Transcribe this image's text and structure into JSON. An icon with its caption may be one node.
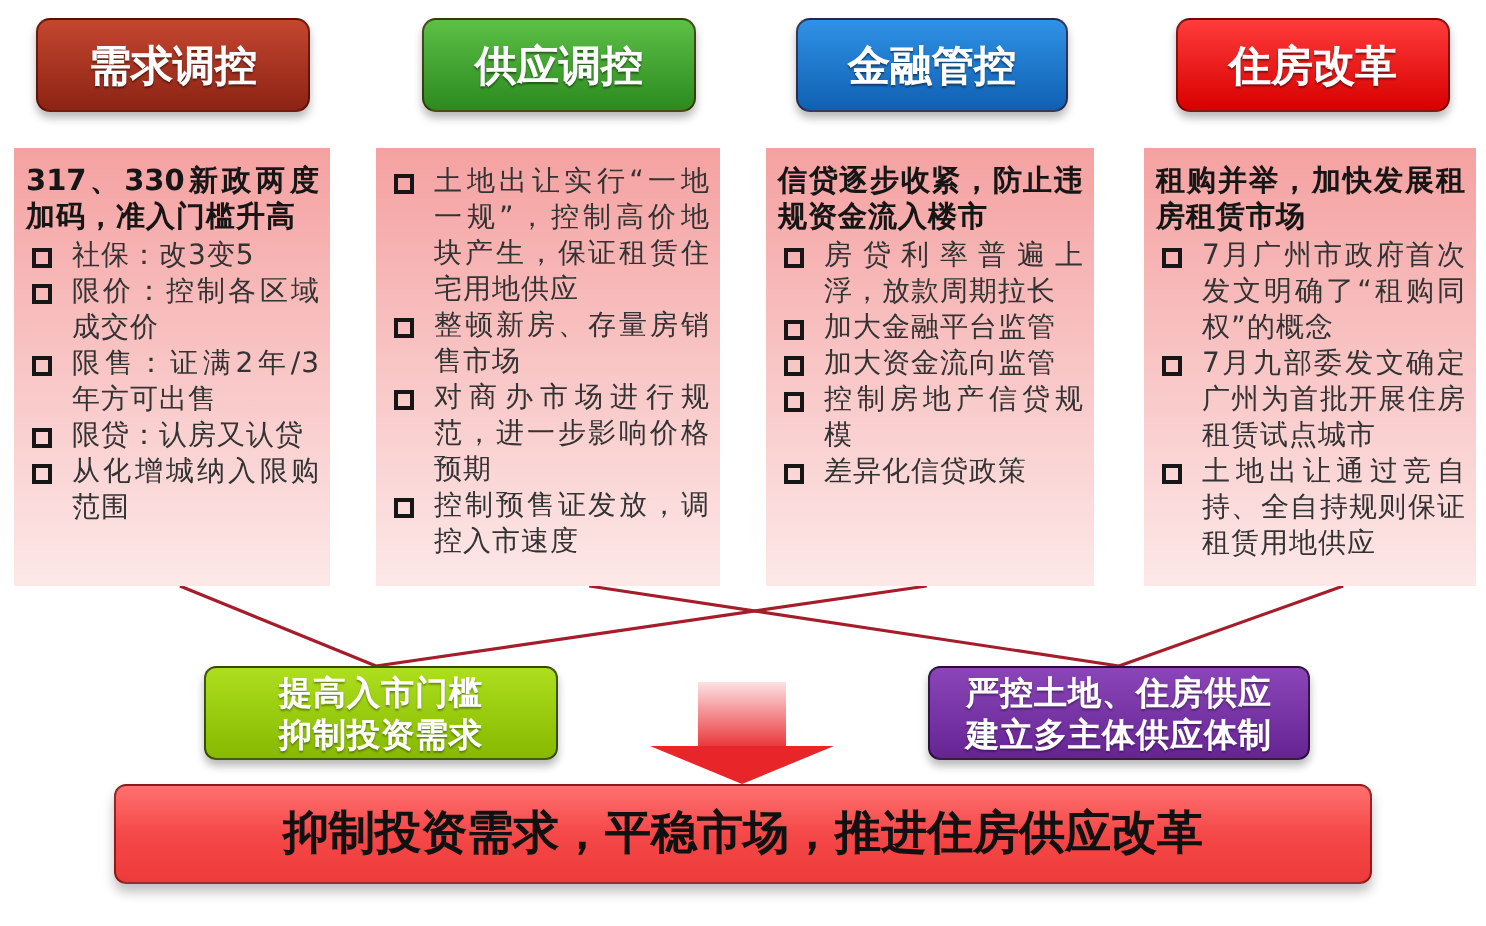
{
  "diagram": {
    "nodes": [
      {
        "text": [
          "需求调控"
        ]
      },
      {
        "text": [
          "供应调控"
        ]
      },
      {
        "text": [
          "金融管控"
        ]
      },
      {
        "text": [
          "住房改革"
        ]
      },
      {
        "text": [
          "317、330新政两度加码，准入门槛升高",
          "社保：改3变5",
          "限价：控制各区域成交价",
          "限售：证满2年/3年方可出售",
          "限贷：认房又认贷",
          "从化增城纳入限购范围"
        ]
      },
      {
        "text": [
          "土地出让实行“一地一规”，控制高价地块产生，保证租赁住宅用地供应",
          "整顿新房、存量房销售市场",
          "对商办市场进行规范，进一步影响价格预期",
          "控制预售证发放，调控入市速度"
        ]
      },
      {
        "text": [
          "信贷逐步收紧，防止违规资金流入楼市",
          "房贷利率普遍上浮，放款周期拉长",
          "加大金融平台监管",
          "加大资金流向监管",
          "控制房地产信贷规模",
          "差异化信贷政策"
        ]
      },
      {
        "text": [
          "租购并举，加快发展租房租赁市场",
          "7月广州市政府首次发文明确了“租购同权”的概念",
          "7月九部委发文确定广州为首批开展住房租赁试点城市",
          "土地出让通过竞自持、全自持规则保证租赁用地供应"
        ]
      },
      {
        "text": [
          "提高入市门槛抑制投资需求"
        ]
      },
      {
        "text": [
          "严控土地、住房供应建立多主体供应体制"
        ]
      },
      {
        "text": [
          "抑制投资需求，平稳市场，推进住房供应改革"
        ]
      }
    ],
    "edges": [
      {
        "from": 4,
        "to": 8,
        "arrow": "none"
      },
      {
        "from": 6,
        "to": 8,
        "arrow": "none"
      },
      {
        "from": 5,
        "to": 9,
        "arrow": "none"
      },
      {
        "from": 7,
        "to": 9,
        "arrow": "none"
      },
      {
        "from": null,
        "to": 10,
        "arrow": "to",
        "style": "thick",
        "color": "#e8262a"
      }
    ]
  }
}
